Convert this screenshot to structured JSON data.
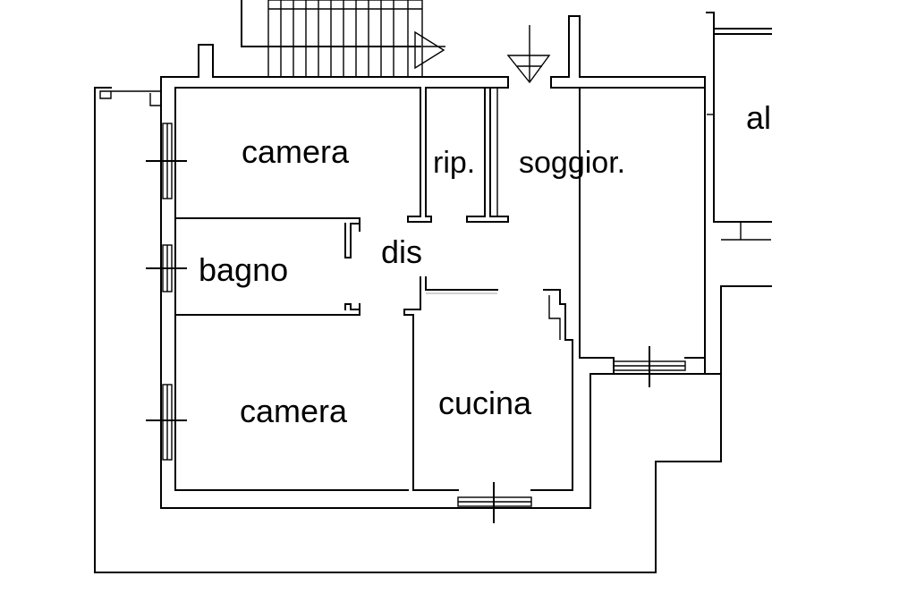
{
  "plan": {
    "rooms": {
      "camera_top": "camera",
      "ripostiglio": "rip.",
      "soggiorno": "soggior.",
      "bagno": "bagno",
      "disimpegno": "dis",
      "camera_bottom": "camera",
      "cucina": "cucina",
      "adjacent_cut": "al"
    }
  }
}
